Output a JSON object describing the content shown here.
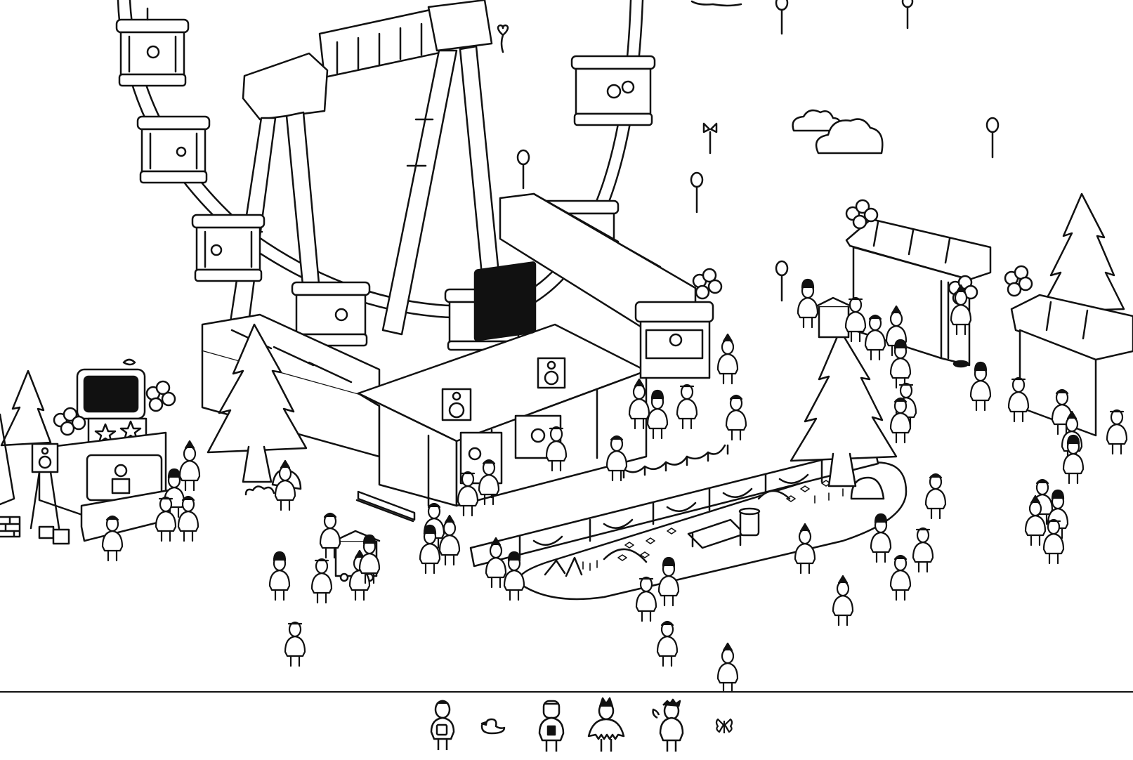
{
  "game": {
    "title": ""
  },
  "colors": {
    "ink": "#111111",
    "paper": "#ffffff"
  },
  "targets": [
    {
      "name": "person-with-backpack",
      "icon": "person-icon",
      "found": false
    },
    {
      "name": "rubber-duck",
      "icon": "duck-icon",
      "found": false
    },
    {
      "name": "person-with-cup",
      "icon": "person-icon",
      "found": false
    },
    {
      "name": "person-with-crown-hair",
      "icon": "person-icon",
      "found": false
    },
    {
      "name": "person-with-bird",
      "icon": "person-icon",
      "found": false
    },
    {
      "name": "small-butterfly",
      "icon": "butterfly-icon",
      "found": false
    }
  ]
}
